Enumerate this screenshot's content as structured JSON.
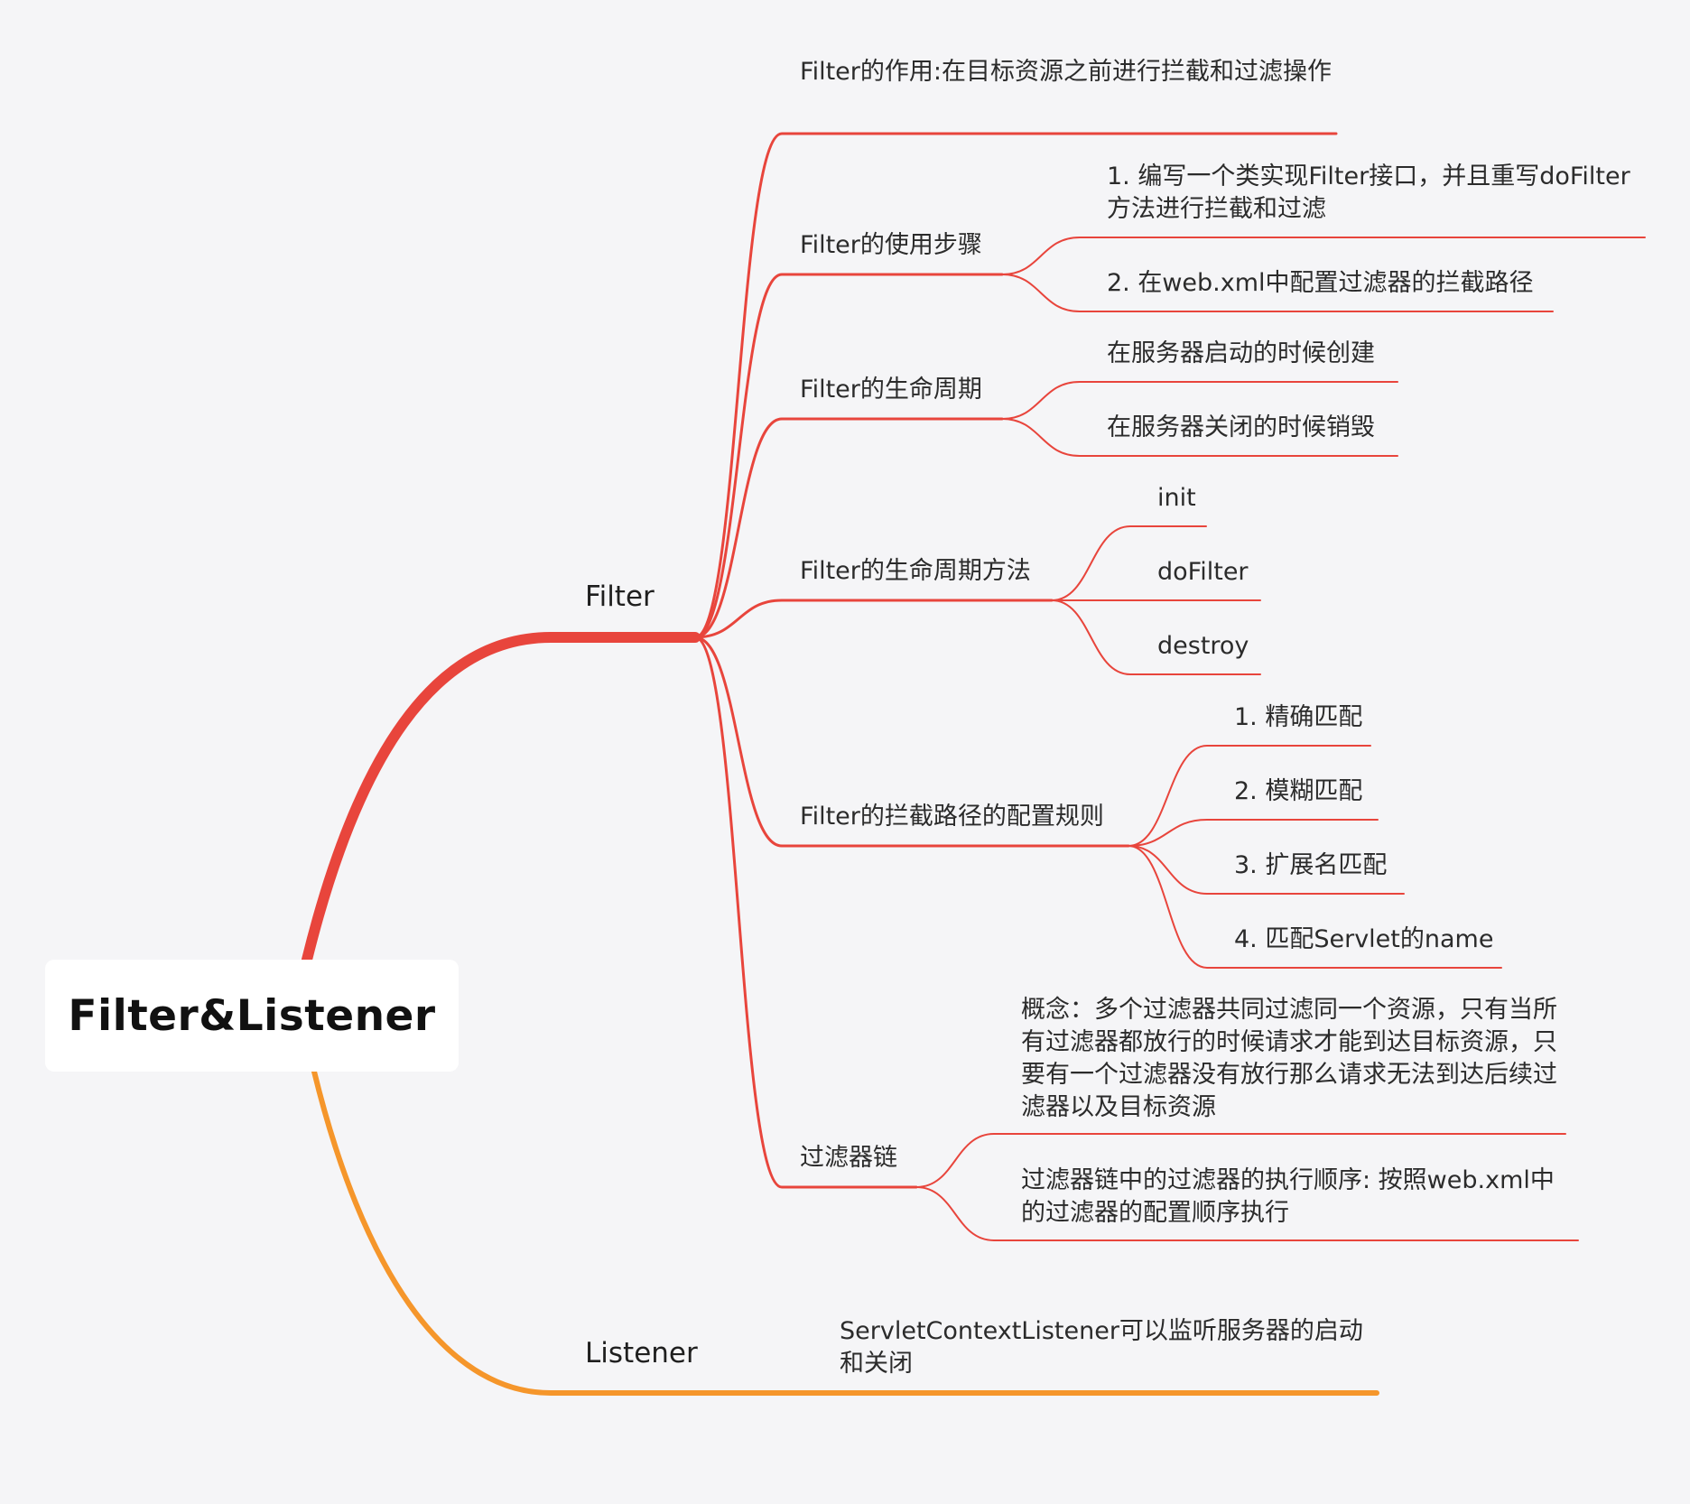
{
  "root": {
    "label": "Filter&Listener"
  },
  "colors": {
    "filter": "#e8453c",
    "listener": "#f5962b",
    "text": "#2b2b2b",
    "background": "#f5f5f7"
  },
  "filter": {
    "label": "Filter",
    "role": "Filter的作用:在目标资源之前进行拦截和过滤操作",
    "steps": {
      "label": "Filter的使用步骤",
      "items": [
        "1. 编写一个类实现Filter接口，并且重写doFilter方法进行拦截和过滤",
        "2. 在web.xml中配置过滤器的拦截路径"
      ]
    },
    "lifecycle": {
      "label": "Filter的生命周期",
      "items": [
        "在服务器启动的时候创建",
        "在服务器关闭的时候销毁"
      ]
    },
    "lifecycle_methods": {
      "label": "Filter的生命周期方法",
      "items": [
        "init",
        "doFilter",
        "destroy"
      ]
    },
    "path_rules": {
      "label": "Filter的拦截路径的配置规则",
      "items": [
        "1. 精确匹配",
        "2. 模糊匹配",
        "3. 扩展名匹配",
        "4. 匹配Servlet的name"
      ]
    },
    "chain": {
      "label": "过滤器链",
      "items": [
        "概念：多个过滤器共同过滤同一个资源，只有当所有过滤器都放行的时候请求才能到达目标资源，只要有一个过滤器没有放行那么请求无法到达后续过滤器以及目标资源",
        "过滤器链中的过滤器的执行顺序: 按照web.xml中的过滤器的配置顺序执行"
      ]
    }
  },
  "listener": {
    "label": "Listener",
    "items": [
      "ServletContextListener可以监听服务器的启动和关闭"
    ]
  }
}
